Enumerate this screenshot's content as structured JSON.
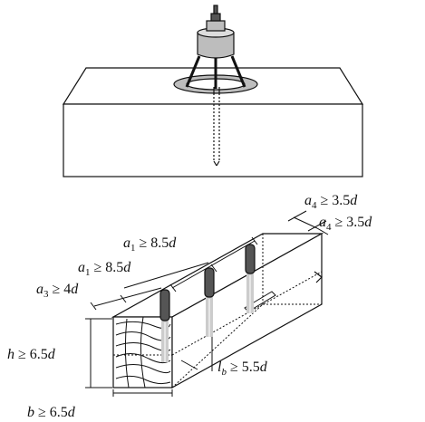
{
  "colors": {
    "ink": "#111111",
    "tool_body": "#bdbdbd",
    "fastener_dark": "#555555",
    "fastener_light": "#cccccc",
    "rod_highlight": "#ffffff"
  },
  "labels": {
    "a4_top": {
      "var": "a",
      "sub": "4",
      "rel": " ≥ 3.5",
      "unit": "d"
    },
    "a4_bottom": {
      "var": "a",
      "sub": "4",
      "rel": " ≥ 3.5",
      "unit": "d"
    },
    "a1_top": {
      "var": "a",
      "sub": "1",
      "rel": " ≥ 8.5",
      "unit": "d"
    },
    "a1_mid": {
      "var": "a",
      "sub": "1",
      "rel": " ≥ 8.5",
      "unit": "d"
    },
    "a3": {
      "var": "a",
      "sub": "3",
      "rel": " ≥ 4",
      "unit": "d"
    },
    "h": {
      "var": "h",
      "sub": "",
      "rel": " ≥ 6.5",
      "unit": "d"
    },
    "lb": {
      "var": "l",
      "sub": "b",
      "rel": " ≥ 5.5",
      "unit": "d"
    },
    "b": {
      "var": "b",
      "sub": "",
      "rel": " ≥ 6.5",
      "unit": "d"
    }
  }
}
